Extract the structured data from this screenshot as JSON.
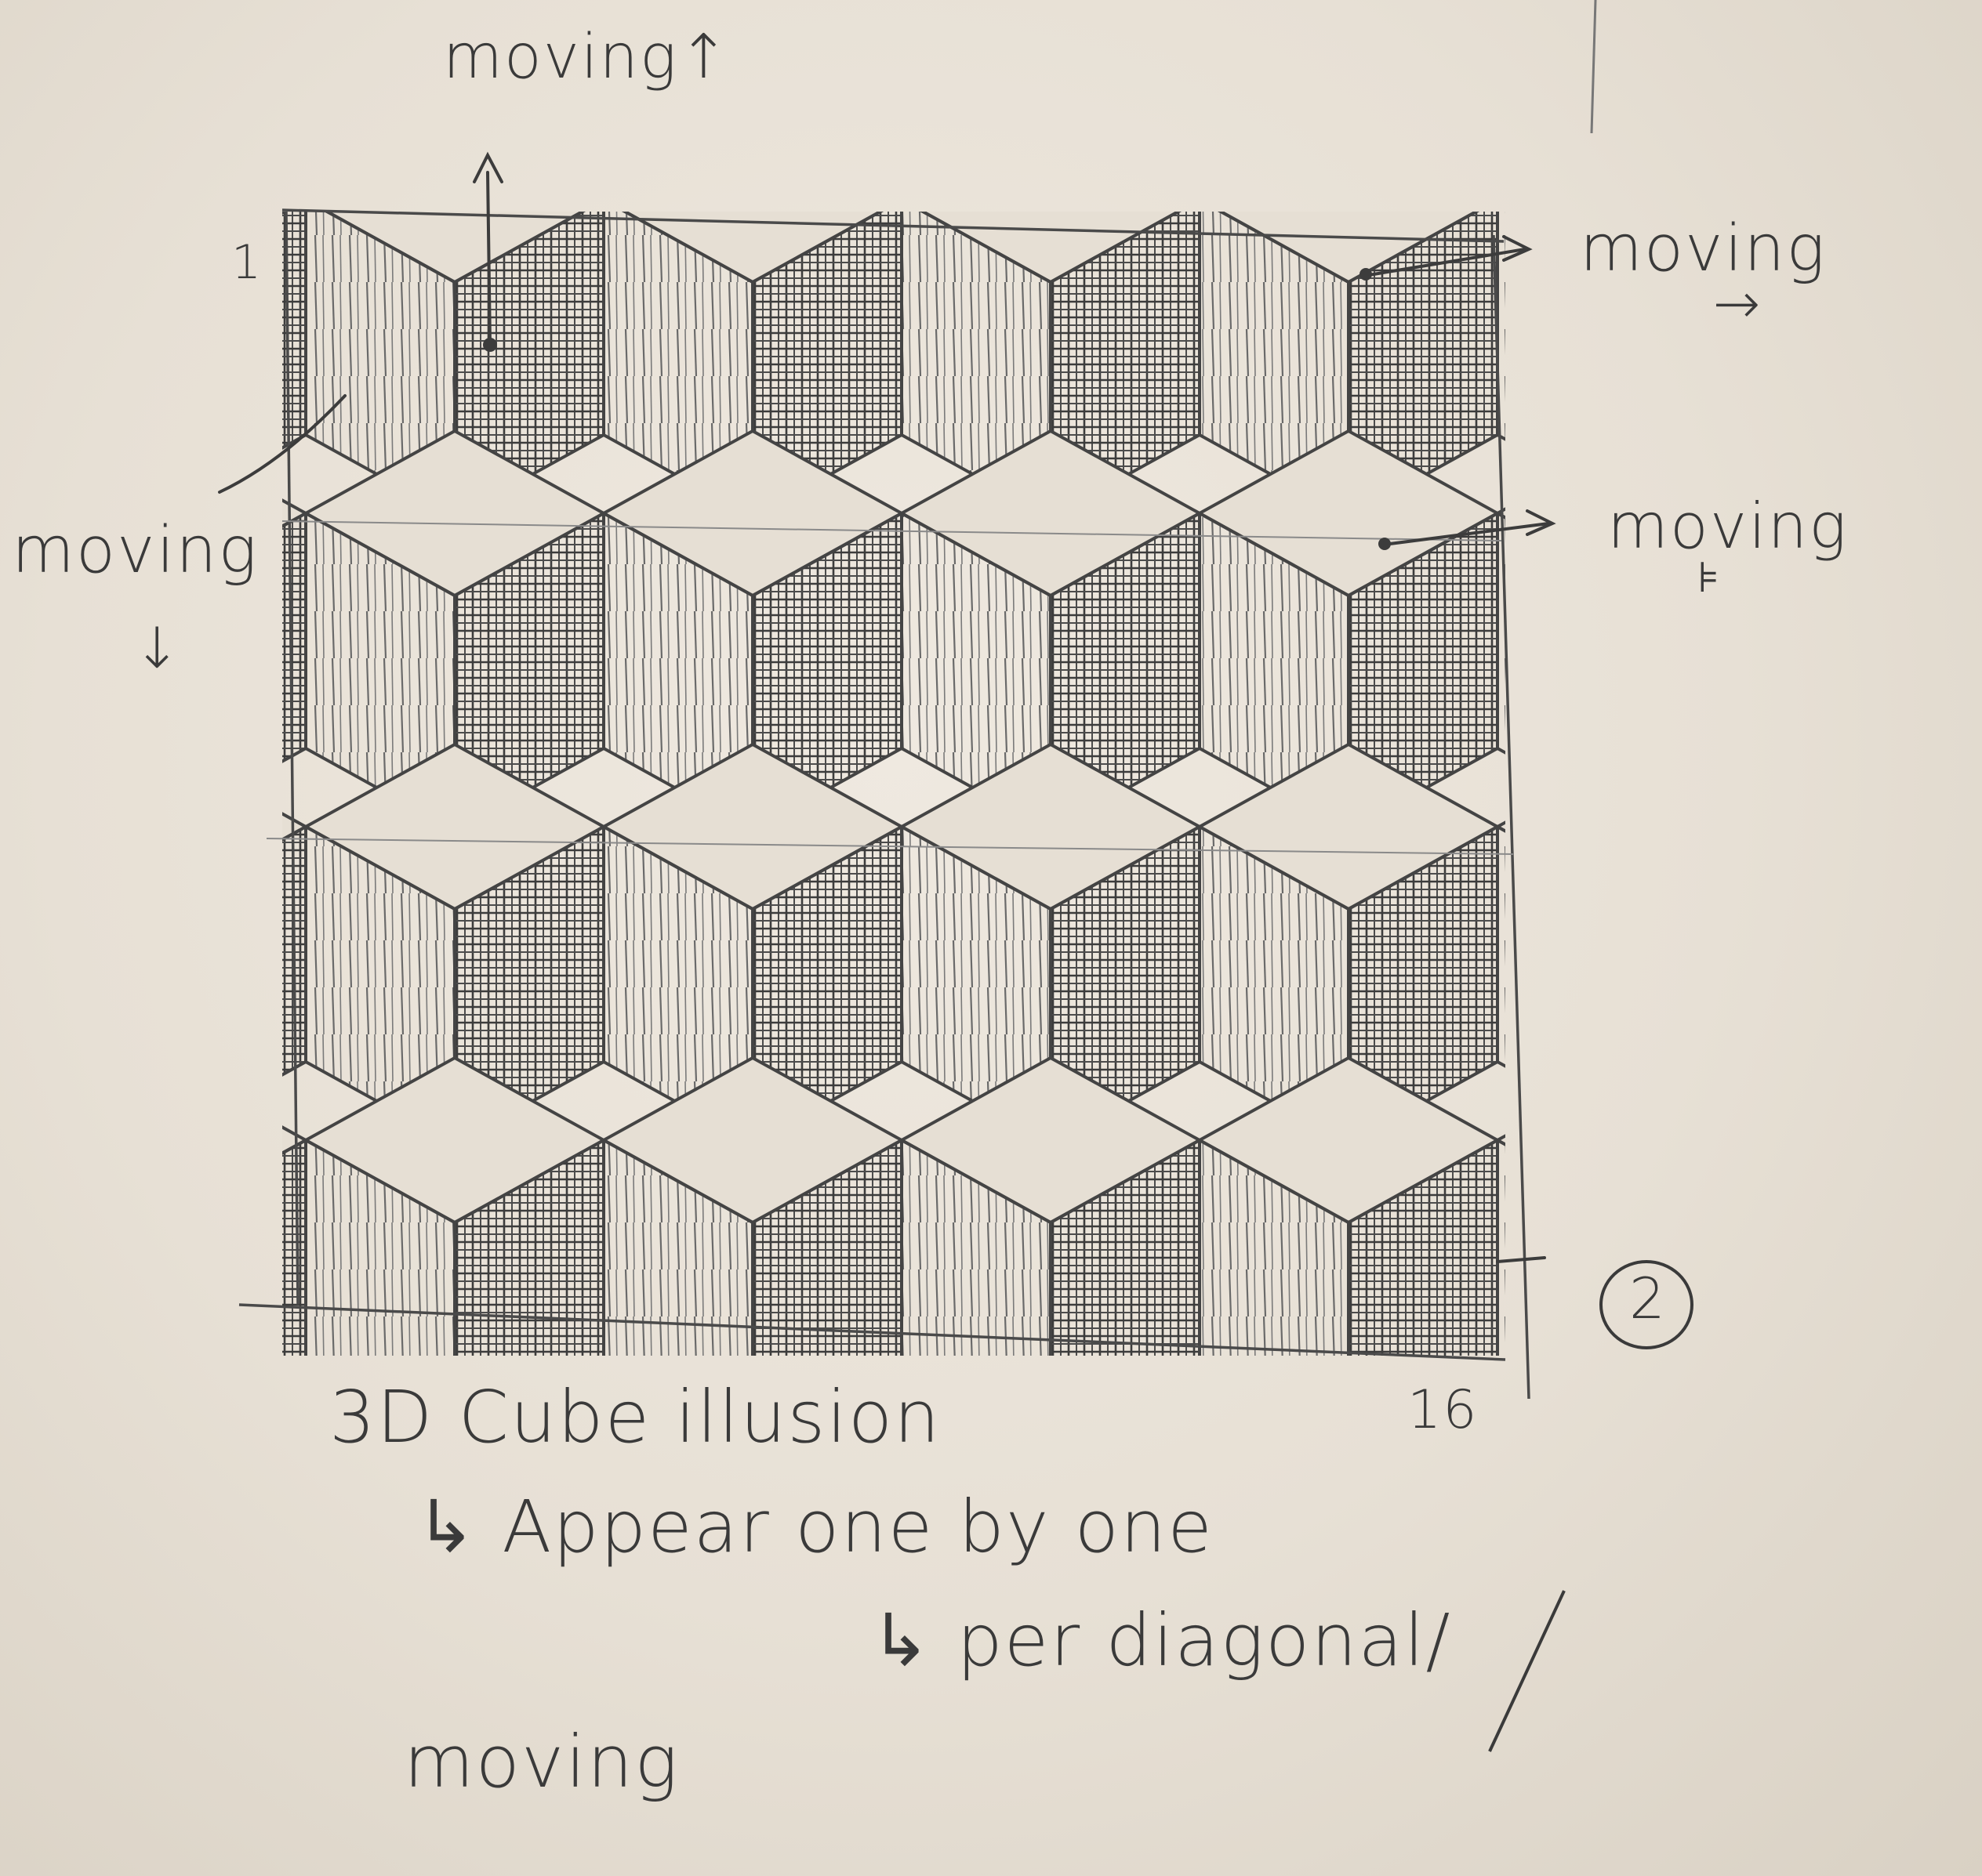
{
  "sketch": {
    "top_number": "1",
    "labels": {
      "moving_up": "moving↑",
      "moving_right_top": "moving",
      "moving_left": "moving",
      "moving_right_mid": "moving",
      "moving_bottom": "moving"
    },
    "arrows": {
      "down": "↓",
      "right": "→",
      "mid_mark": "⊧"
    },
    "page_circle_number": "2",
    "corner_number": "16",
    "caption": {
      "title": "3D Cube illusion",
      "line1": "↳ Appear one by one",
      "line2": "↳ per diagonal/"
    }
  }
}
